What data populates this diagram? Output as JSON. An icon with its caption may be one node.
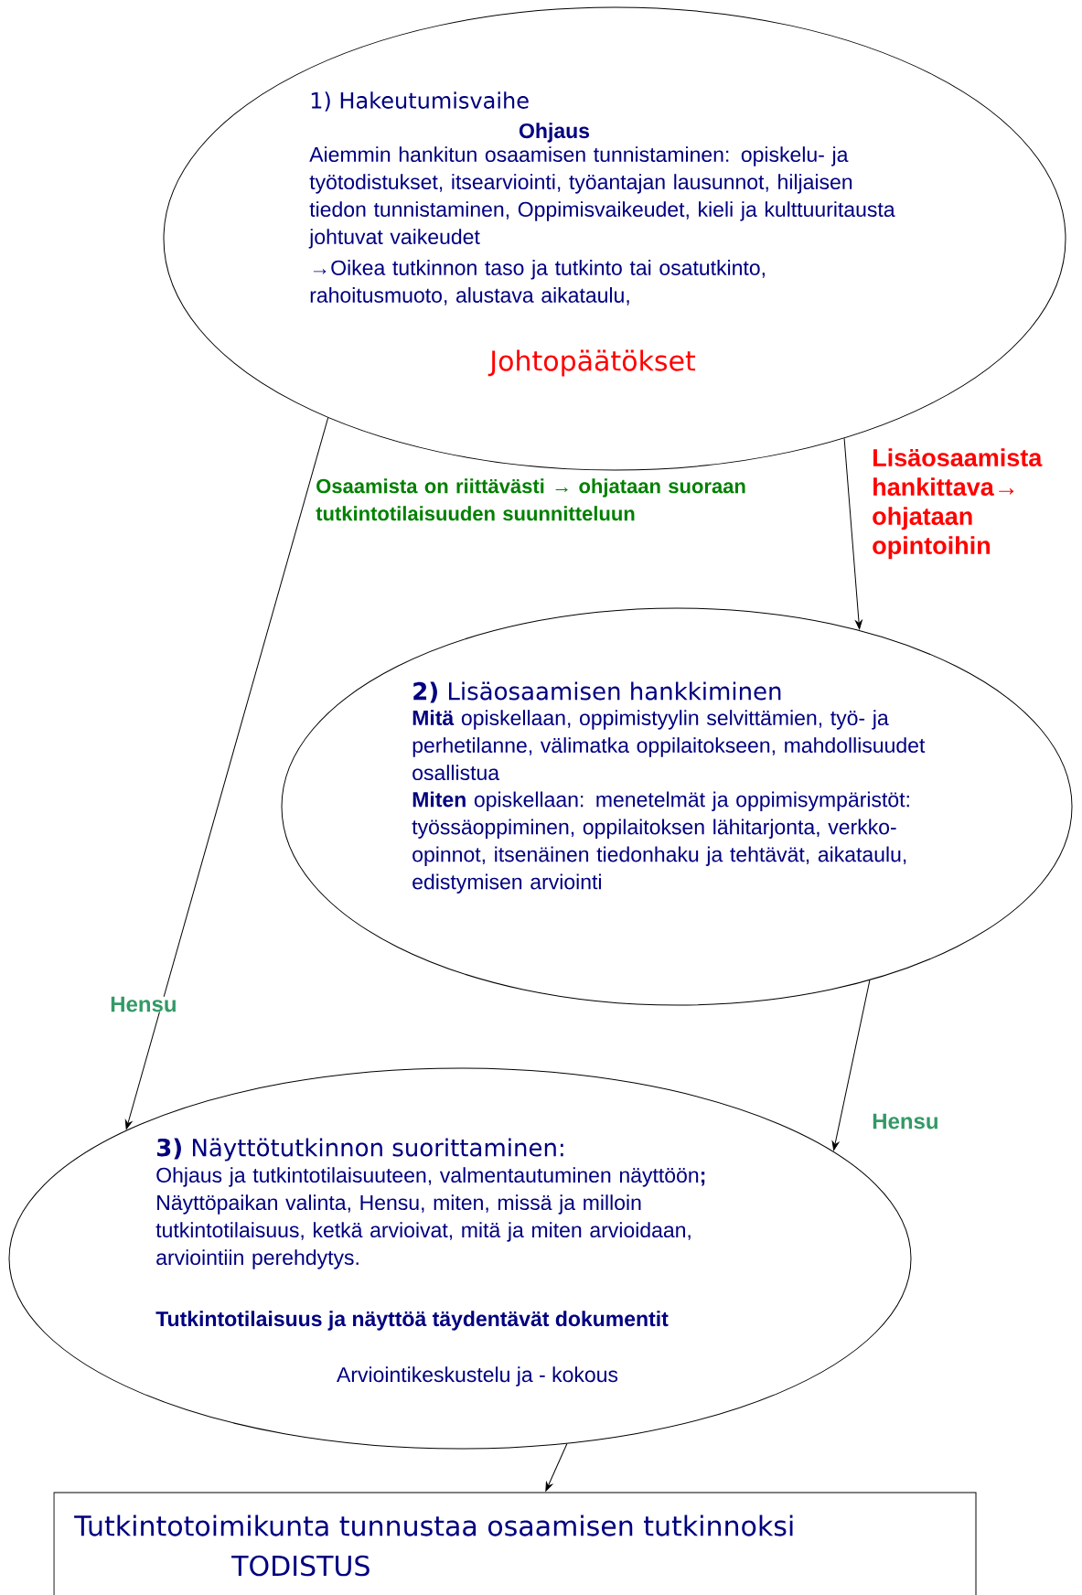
{
  "diagram": {
    "nodes": [
      {
        "text": [
          "1) Hakeutumisvaihe",
          "Ohjaus",
          "Aiemmin hankitun osaamisen tunnistaminen: opiskelu- ja työtodistukset, itsearviointi, työantajan lausunnot, hiljaisen tiedon tunnistaminen, Oppimisvaikeudet, kieli ja kulttuuritausta johtuvat vaikeudet",
          "→Oikea tutkinnon taso ja tutkinto tai osatutkinto, rahoitusmuoto, alustava aikataulu,",
          "Johtopäätökset"
        ]
      },
      {
        "text": [
          "**2)** Lisäosaamisen hankkiminen",
          "**Mitä** opiskellaan, oppimistyylin selvittämien, työ- ja perhetilanne, välimatka oppilaitokseen, mahdollisuudet osallistua",
          "**Miten** opiskellaan: menetelmät ja oppimisympäristöt: työssäoppiminen, oppilaitoksen lähitarjonta, verkko-opinnot, itsenäinen tiedonhaku ja tehtävät, aikataulu, edistymisen arviointi"
        ]
      },
      {
        "text": [
          "**3)** Näyttötutkinnon suorittaminen:",
          "Ohjaus ja tutkintotilaisuuteen, valmentautuminen näyttöön**;** Näyttöpaikan valinta, Hensu, miten, missä ja milloin tutkintotilaisuus, ketkä arvioivat, mitä ja miten arvioidaan, arviointiin perehdytys.",
          "Tutkintotilaisuus ja näyttöä täydentävät dokumentit",
          "Arviointikeskustelu ja - kokous"
        ]
      },
      {
        "text": [
          "Tutkintotoimikunta tunnustaa osaamisen tutkinnoksi",
          "TODISTUS"
        ]
      }
    ],
    "edges": [
      {
        "from": 0,
        "to": 2,
        "arrow": "to",
        "label": "Osaamista on riittävästi → ohjataan suoraan tutkintotilaisuuden suunnitteluun"
      },
      {
        "from": 0,
        "to": 1,
        "arrow": "to",
        "label": "Lisäosaamista hankittava→ ohjataan opintoihin"
      },
      {
        "from": 1,
        "to": 2,
        "arrow": "to",
        "label": "Hensu"
      },
      {
        "from": 2,
        "to": 3,
        "arrow": "to"
      }
    ],
    "labels": [
      "Hensu"
    ]
  }
}
